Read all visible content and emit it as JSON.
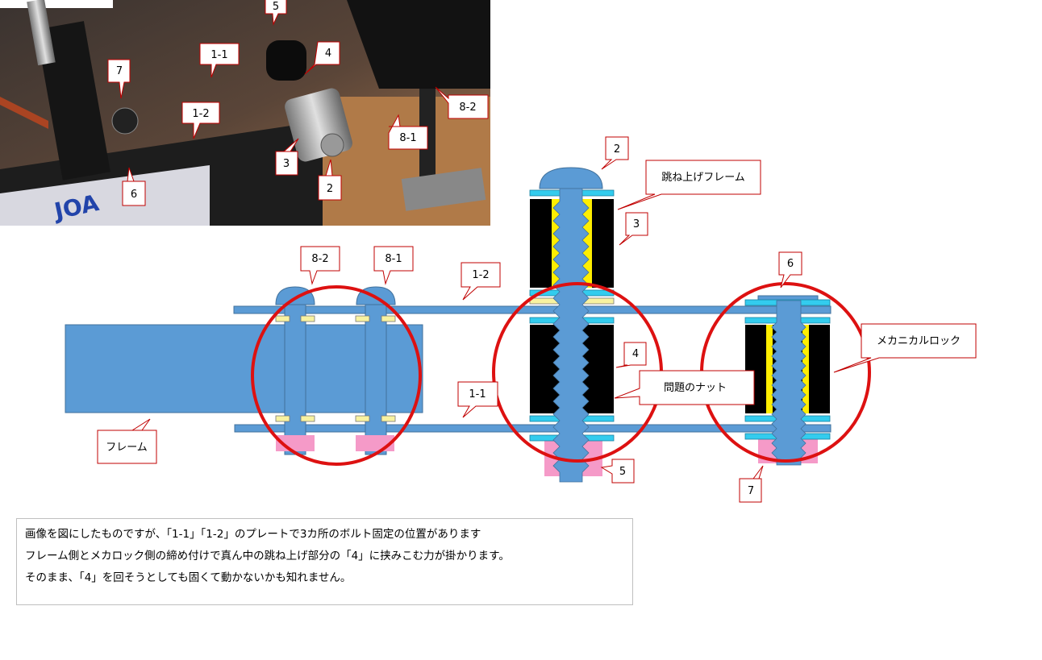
{
  "photo_labels": {
    "l5": "5",
    "l1_1": "1-1",
    "l4": "4",
    "l7": "7",
    "l1_2": "1-2",
    "l8_2": "8-2",
    "l8_1": "8-1",
    "l3": "3",
    "l6": "6",
    "l2": "2"
  },
  "diagram_labels": {
    "l2": "2",
    "frame_top": "跳ね上げフレーム",
    "l3": "3",
    "l8_2": "8-2",
    "l8_1": "8-1",
    "l1_2": "1-2",
    "l6": "6",
    "mech_lock": "メカニカルロック",
    "l4": "4",
    "problem_nut": "問題のナット",
    "l1_1": "1-1",
    "frame": "フレーム",
    "l5": "5",
    "l7": "7"
  },
  "note": {
    "line1": "画像を図にしたものですが、「1-1」「1-2」のプレートで3カ所のボルト固定の位置があります",
    "line2": "フレーム側とメカロック側の締め付けで真ん中の跳ね上げ部分の「4」に挟みこむ力が掛かります。",
    "line3": "そのまま、「4」を回そうとしても固くて動かないかも知れません。"
  },
  "colors": {
    "blue": "#5b9bd5",
    "cyan": "#33ccee",
    "yellow": "#ffee00",
    "pink": "#f59ac8",
    "red": "#dd1111",
    "black": "#000000",
    "callout_border": "#c00000"
  }
}
